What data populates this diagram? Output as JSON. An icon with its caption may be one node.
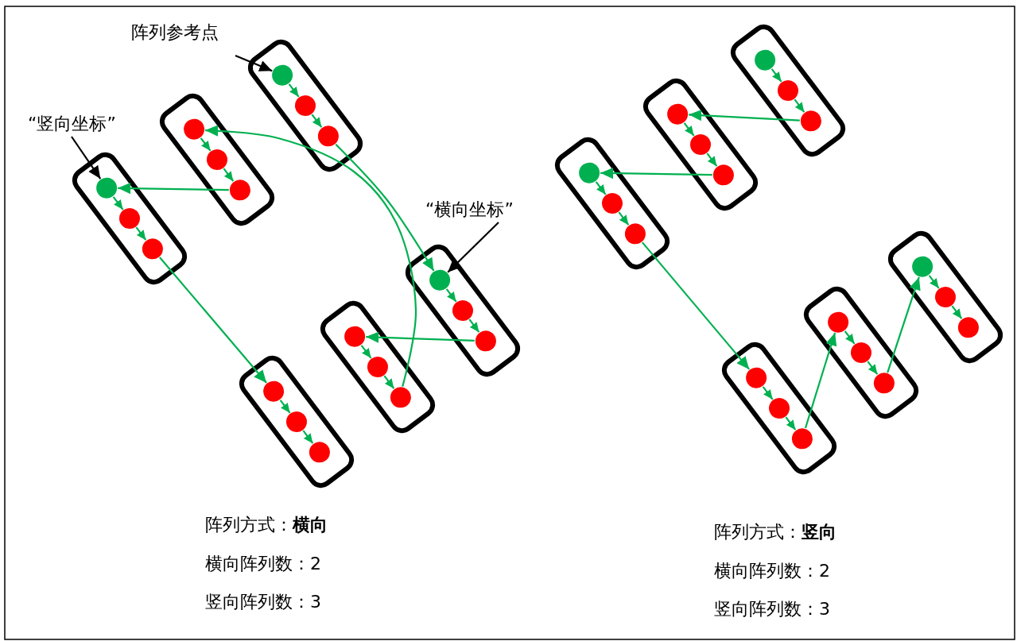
{
  "diagram": {
    "nodes": [
      {
        "text": [
          "阵列参考点"
        ]
      },
      {
        "text": [
          "“竖向坐标”"
        ]
      },
      {
        "text": [
          "“横向坐标”"
        ]
      },
      {
        "text": [],
        "shape": "box"
      },
      {
        "text": [],
        "shape": "circle",
        "in": 3
      },
      {
        "text": [],
        "shape": "circle",
        "in": 3
      },
      {
        "text": [],
        "shape": "circle",
        "in": 3
      },
      {
        "text": [],
        "shape": "box"
      },
      {
        "text": [],
        "shape": "circle",
        "in": 7
      },
      {
        "text": [],
        "shape": "circle",
        "in": 7
      },
      {
        "text": [],
        "shape": "circle",
        "in": 7
      },
      {
        "text": [],
        "shape": "box"
      },
      {
        "text": [],
        "shape": "circle",
        "in": 11
      },
      {
        "text": [],
        "shape": "circle",
        "in": 11
      },
      {
        "text": [],
        "shape": "circle",
        "in": 11
      },
      {
        "text": [],
        "shape": "box"
      },
      {
        "text": [],
        "shape": "circle",
        "in": 15
      },
      {
        "text": [],
        "shape": "circle",
        "in": 15
      },
      {
        "text": [],
        "shape": "circle",
        "in": 15
      },
      {
        "text": [],
        "shape": "box"
      },
      {
        "text": [],
        "shape": "circle",
        "in": 19
      },
      {
        "text": [],
        "shape": "circle",
        "in": 19
      },
      {
        "text": [],
        "shape": "circle",
        "in": 19
      },
      {
        "text": [],
        "shape": "box"
      },
      {
        "text": [],
        "shape": "circle",
        "in": 23
      },
      {
        "text": [],
        "shape": "circle",
        "in": 23
      },
      {
        "text": [],
        "shape": "circle",
        "in": 23
      },
      {
        "text": [],
        "shape": "box"
      },
      {
        "text": [],
        "shape": "circle",
        "in": 27
      },
      {
        "text": [],
        "shape": "circle",
        "in": 27
      },
      {
        "text": [],
        "shape": "circle",
        "in": 27
      },
      {
        "text": [],
        "shape": "box"
      },
      {
        "text": [],
        "shape": "circle",
        "in": 31
      },
      {
        "text": [],
        "shape": "circle",
        "in": 31
      },
      {
        "text": [],
        "shape": "circle",
        "in": 31
      },
      {
        "text": [],
        "shape": "box"
      },
      {
        "text": [],
        "shape": "circle",
        "in": 35
      },
      {
        "text": [],
        "shape": "circle",
        "in": 35
      },
      {
        "text": [],
        "shape": "circle",
        "in": 35
      },
      {
        "text": [],
        "shape": "box"
      },
      {
        "text": [],
        "shape": "circle",
        "in": 39
      },
      {
        "text": [],
        "shape": "circle",
        "in": 39
      },
      {
        "text": [],
        "shape": "circle",
        "in": 39
      },
      {
        "text": [],
        "shape": "box"
      },
      {
        "text": [],
        "shape": "circle",
        "in": 43
      },
      {
        "text": [],
        "shape": "circle",
        "in": 43
      },
      {
        "text": [],
        "shape": "circle",
        "in": 43
      },
      {
        "text": [],
        "shape": "box"
      },
      {
        "text": [],
        "shape": "circle",
        "in": 47
      },
      {
        "text": [],
        "shape": "circle",
        "in": 47
      },
      {
        "text": [],
        "shape": "circle",
        "in": 47
      }
    ],
    "edges": [
      {
        "from": 4,
        "to": 5,
        "arrow": "to"
      },
      {
        "from": 5,
        "to": 6,
        "arrow": "to"
      },
      {
        "from": 8,
        "to": 9,
        "arrow": "to"
      },
      {
        "from": 9,
        "to": 10,
        "arrow": "to"
      },
      {
        "from": 12,
        "to": 13,
        "arrow": "to"
      },
      {
        "from": 13,
        "to": 14,
        "arrow": "to"
      },
      {
        "from": 16,
        "to": 17,
        "arrow": "to"
      },
      {
        "from": 17,
        "to": 18,
        "arrow": "to"
      },
      {
        "from": 20,
        "to": 21,
        "arrow": "to"
      },
      {
        "from": 21,
        "to": 22,
        "arrow": "to"
      },
      {
        "from": 24,
        "to": 25,
        "arrow": "to"
      },
      {
        "from": 25,
        "to": 26,
        "arrow": "to"
      },
      {
        "from": 28,
        "to": 29,
        "arrow": "to"
      },
      {
        "from": 29,
        "to": 30,
        "arrow": "to"
      },
      {
        "from": 32,
        "to": 33,
        "arrow": "to"
      },
      {
        "from": 33,
        "to": 34,
        "arrow": "to"
      },
      {
        "from": 36,
        "to": 37,
        "arrow": "to"
      },
      {
        "from": 37,
        "to": 38,
        "arrow": "to"
      },
      {
        "from": 40,
        "to": 41,
        "arrow": "to"
      },
      {
        "from": 41,
        "to": 42,
        "arrow": "to"
      },
      {
        "from": 44,
        "to": 45,
        "arrow": "to"
      },
      {
        "from": 45,
        "to": 46,
        "arrow": "to"
      },
      {
        "from": 48,
        "to": 49,
        "arrow": "to"
      },
      {
        "from": 49,
        "to": 50,
        "arrow": "to"
      },
      {
        "from": 6,
        "to": 16,
        "arrow": "to"
      },
      {
        "from": 18,
        "to": 20,
        "arrow": "to"
      },
      {
        "from": 22,
        "to": 8,
        "arrow": "to"
      },
      {
        "from": 10,
        "to": 12,
        "arrow": "to"
      },
      {
        "from": 14,
        "to": 24,
        "arrow": "to"
      },
      {
        "from": 30,
        "to": 32,
        "arrow": "to"
      },
      {
        "from": 34,
        "to": 36,
        "arrow": "to"
      },
      {
        "from": 38,
        "to": 48,
        "arrow": "to"
      },
      {
        "from": 50,
        "to": 44,
        "arrow": "to"
      },
      {
        "from": 46,
        "to": 40,
        "arrow": "to"
      },
      {
        "from": 0,
        "to": 4,
        "arrow": "to",
        "color": "#000000"
      },
      {
        "from": 1,
        "to": 12,
        "arrow": "to",
        "color": "#000000"
      },
      {
        "from": 2,
        "to": 16,
        "arrow": "to",
        "color": "#000000"
      }
    ],
    "labels": [
      "阵列方式：**横向**",
      "横向阵列数：2",
      "竖向阵列数：3",
      "阵列方式：**竖向**",
      "横向阵列数：2",
      "竖向阵列数：3"
    ]
  }
}
